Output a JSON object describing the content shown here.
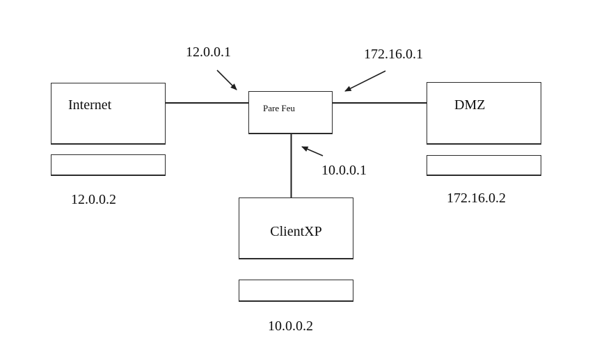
{
  "diagram": {
    "type": "network-topology",
    "nodes": {
      "internet": {
        "label": "Internet",
        "address": "12.0.0.2"
      },
      "firewall": {
        "label": "Pare Feu"
      },
      "dmz": {
        "label": "DMZ",
        "address": "172.16.0.2"
      },
      "clientxp": {
        "label": "ClientXP",
        "address": "10.0.0.2"
      }
    },
    "firewall_interfaces": {
      "internet_side": "12.0.0.1",
      "dmz_side": "172.16.0.1",
      "client_side": "10.0.0.1"
    },
    "connections": [
      {
        "from": "internet",
        "to": "firewall"
      },
      {
        "from": "firewall",
        "to": "dmz"
      },
      {
        "from": "firewall",
        "to": "clientxp"
      }
    ],
    "colors": {
      "background": "#ffffff",
      "line": "#1f1f1f",
      "border": "#2b2b2b",
      "text": "#0d0d0d"
    }
  }
}
